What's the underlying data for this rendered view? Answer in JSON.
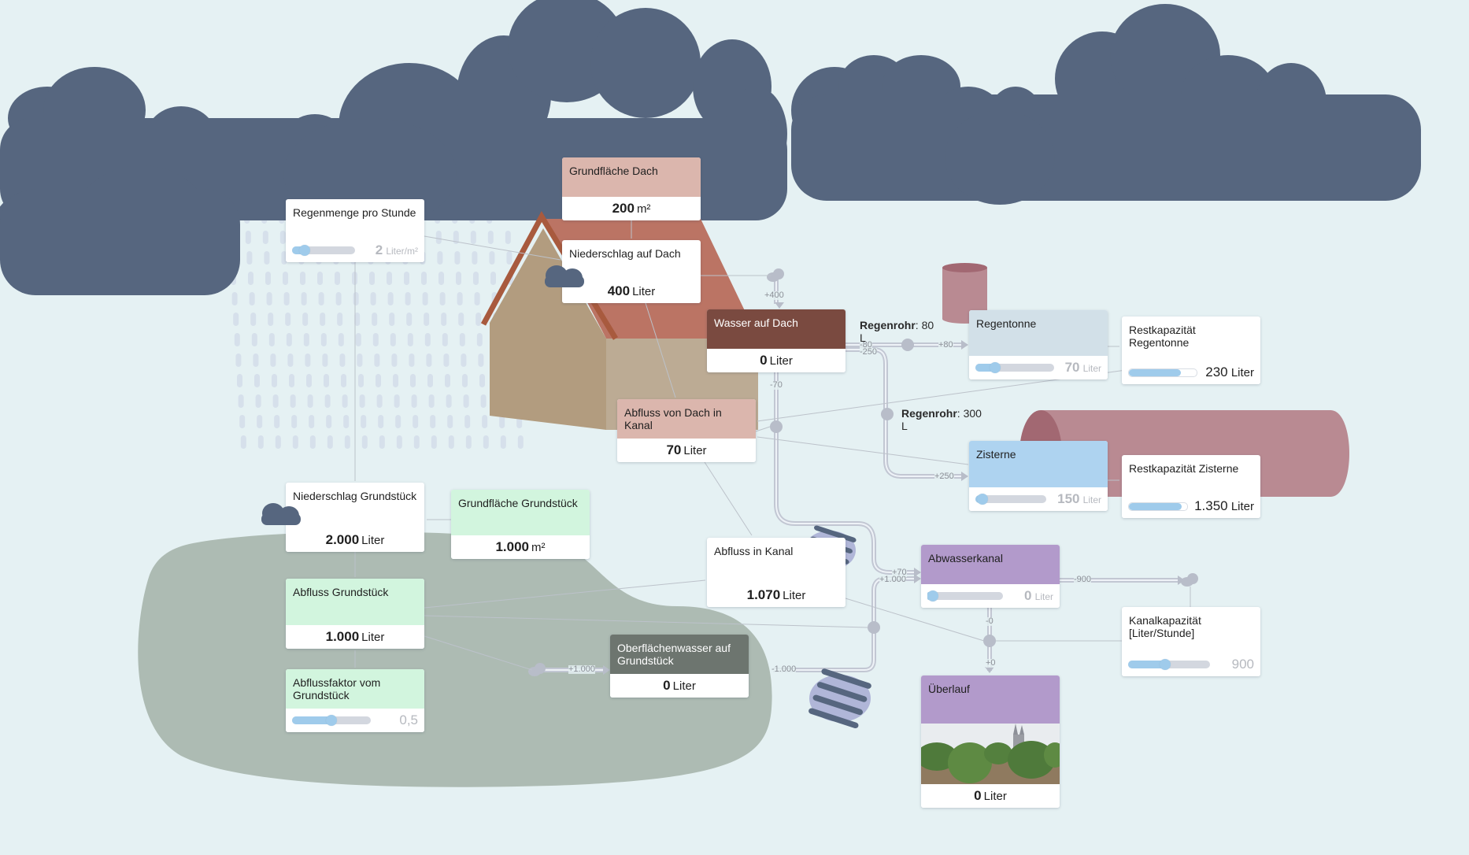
{
  "colors": {
    "background": "#e5f1f3",
    "cloud": "#56667f",
    "ground": "#adbbb3",
    "rain_drop": "#d6e0eb",
    "roof": "#bb7464",
    "roof_edge": "#a85a3e",
    "wall_front": "#b29c7f",
    "wall_side": "#bcab94",
    "tank": "#b98a92",
    "tank_top": "#a26872",
    "pipe": "#c2c7d3",
    "node": "#b8bdc9",
    "grate": "#b0b6d8",
    "grate_bars": "#56667f",
    "header_roof": "#dbb6ad",
    "header_brown": "#7a4a40",
    "header_grey_blue": "#d2e0e8",
    "header_blue": "#aed3f0",
    "header_green": "#d2f5de",
    "header_purple": "#b29acb",
    "header_dark": "#6d756f",
    "slider_fill": "#9fcbeb",
    "slider_track": "#d3d7df"
  },
  "nodes": {
    "regenmenge": {
      "title": "Regenmenge pro Stunde",
      "value": "2",
      "unit": "Liter/m²",
      "slider_fraction": 0.2
    },
    "grundflaeche_dach": {
      "title": "Grundfläche Dach",
      "value": "200",
      "unit": "m²"
    },
    "niederschlag_dach": {
      "title": "Niederschlag auf Dach",
      "value": "400",
      "unit": "Liter"
    },
    "wasser_dach": {
      "title": "Wasser auf Dach",
      "value": "0",
      "unit": "Liter"
    },
    "regentonne": {
      "title": "Regentonne",
      "value": "70",
      "unit": "Liter",
      "slider_fraction": 0.25
    },
    "rest_regentonne": {
      "title": "Restkapazität Regentonne",
      "value": "230",
      "unit": "Liter",
      "bar_fraction": 0.77
    },
    "abfluss_dach_kanal": {
      "title": "Abfluss von Dach in Kanal",
      "value": "70",
      "unit": "Liter"
    },
    "zisterne": {
      "title": "Zisterne",
      "value": "150",
      "unit": "Liter",
      "slider_fraction": 0.1
    },
    "rest_zisterne": {
      "title": "Restkapazität Zisterne",
      "value": "1.350",
      "unit": "Liter",
      "bar_fraction": 0.9
    },
    "niederschlag_grund": {
      "title": "Niederschlag Grundstück",
      "value": "2.000",
      "unit": "Liter"
    },
    "grundflaeche_grund": {
      "title": "Grundfläche Grundstück",
      "value": "1.000",
      "unit": "m²"
    },
    "abfluss_grund": {
      "title": "Abfluss Grundstück",
      "value": "1.000",
      "unit": "Liter"
    },
    "abflussfaktor": {
      "title": "Abflussfaktor vom Grundstück",
      "value": "0,5",
      "slider_fraction": 0.5
    },
    "abfluss_kanal": {
      "title": "Abfluss in Kanal",
      "value": "1.070",
      "unit": "Liter"
    },
    "oberflaechenwasser": {
      "title": "Oberflächenwasser auf Grundstück",
      "value": "0",
      "unit": "Liter"
    },
    "abwasserkanal": {
      "title": "Abwasserkanal",
      "value": "0",
      "unit": "Liter",
      "slider_fraction": 0.0
    },
    "kanalkapazitaet": {
      "title": "Kanalkapazität [Liter/Stunde]",
      "value": "900",
      "slider_fraction": 0.45
    },
    "ueberlauf": {
      "title": "Überlauf",
      "value": "0",
      "unit": "Liter"
    }
  },
  "flows": {
    "roof_in": "+400",
    "roof_out_kanal": "-70",
    "roof_out_tonne": "-80",
    "roof_out_zisterne": "-250",
    "tonne_in": "+80",
    "zisterne_in": "+250",
    "kanal_in_dach": "+70",
    "kanal_in_grund": "+1.000",
    "surface_in": "+1.000",
    "surface_out": "-1.000",
    "kanal_out": "-900",
    "overflow_out": "-0",
    "overflow_in": "+0"
  },
  "pipes": {
    "regenrohr_1": {
      "label": "Regenrohr",
      "value": ": 80",
      "unit": "L"
    },
    "regenrohr_2": {
      "label": "Regenrohr",
      "value": ": 300",
      "unit": "L"
    }
  }
}
